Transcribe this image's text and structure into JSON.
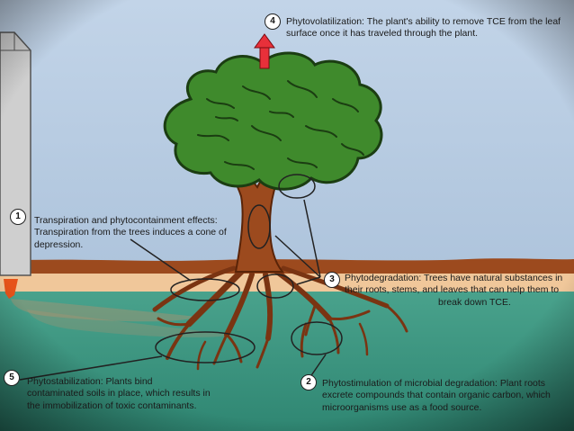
{
  "callouts": [
    {
      "id": "4",
      "number": "4",
      "lines": [
        "Phytovolatilization: The plant's ability to remove TCE from the leaf",
        "surface once it has traveled through the plant."
      ]
    },
    {
      "id": "1",
      "number": "1",
      "lines": [
        "Transpiration and phytocontainment effects:",
        "Transpiration from the trees induces a cone of",
        "depression."
      ]
    },
    {
      "id": "3",
      "number": "3",
      "lines": [
        "Phytodegradation: Trees have natural substances in",
        "their roots, stems, and leaves that can help them to",
        "break down TCE."
      ]
    },
    {
      "id": "5",
      "number": "5",
      "lines": [
        "Phytostabilization: Plants bind",
        "contaminated soils in place, which results in",
        "the immobilization of toxic contaminants."
      ]
    },
    {
      "id": "2",
      "number": "2",
      "lines": [
        "Phytostimulation of microbial degradation: Plant roots",
        "excrete compounds that contain organic carbon, which",
        "microorganisms use as a food source."
      ]
    }
  ],
  "colors": {
    "sky": "#b9cde3",
    "ground_water": "#3f9a86",
    "soil_top": "#9c4a1e",
    "sand_layer": "#f0c79a",
    "leaves": "#3f8a2c",
    "trunk": "#9c4a1e",
    "arrow": "#e8303a",
    "contaminant": "#e05a1c"
  }
}
